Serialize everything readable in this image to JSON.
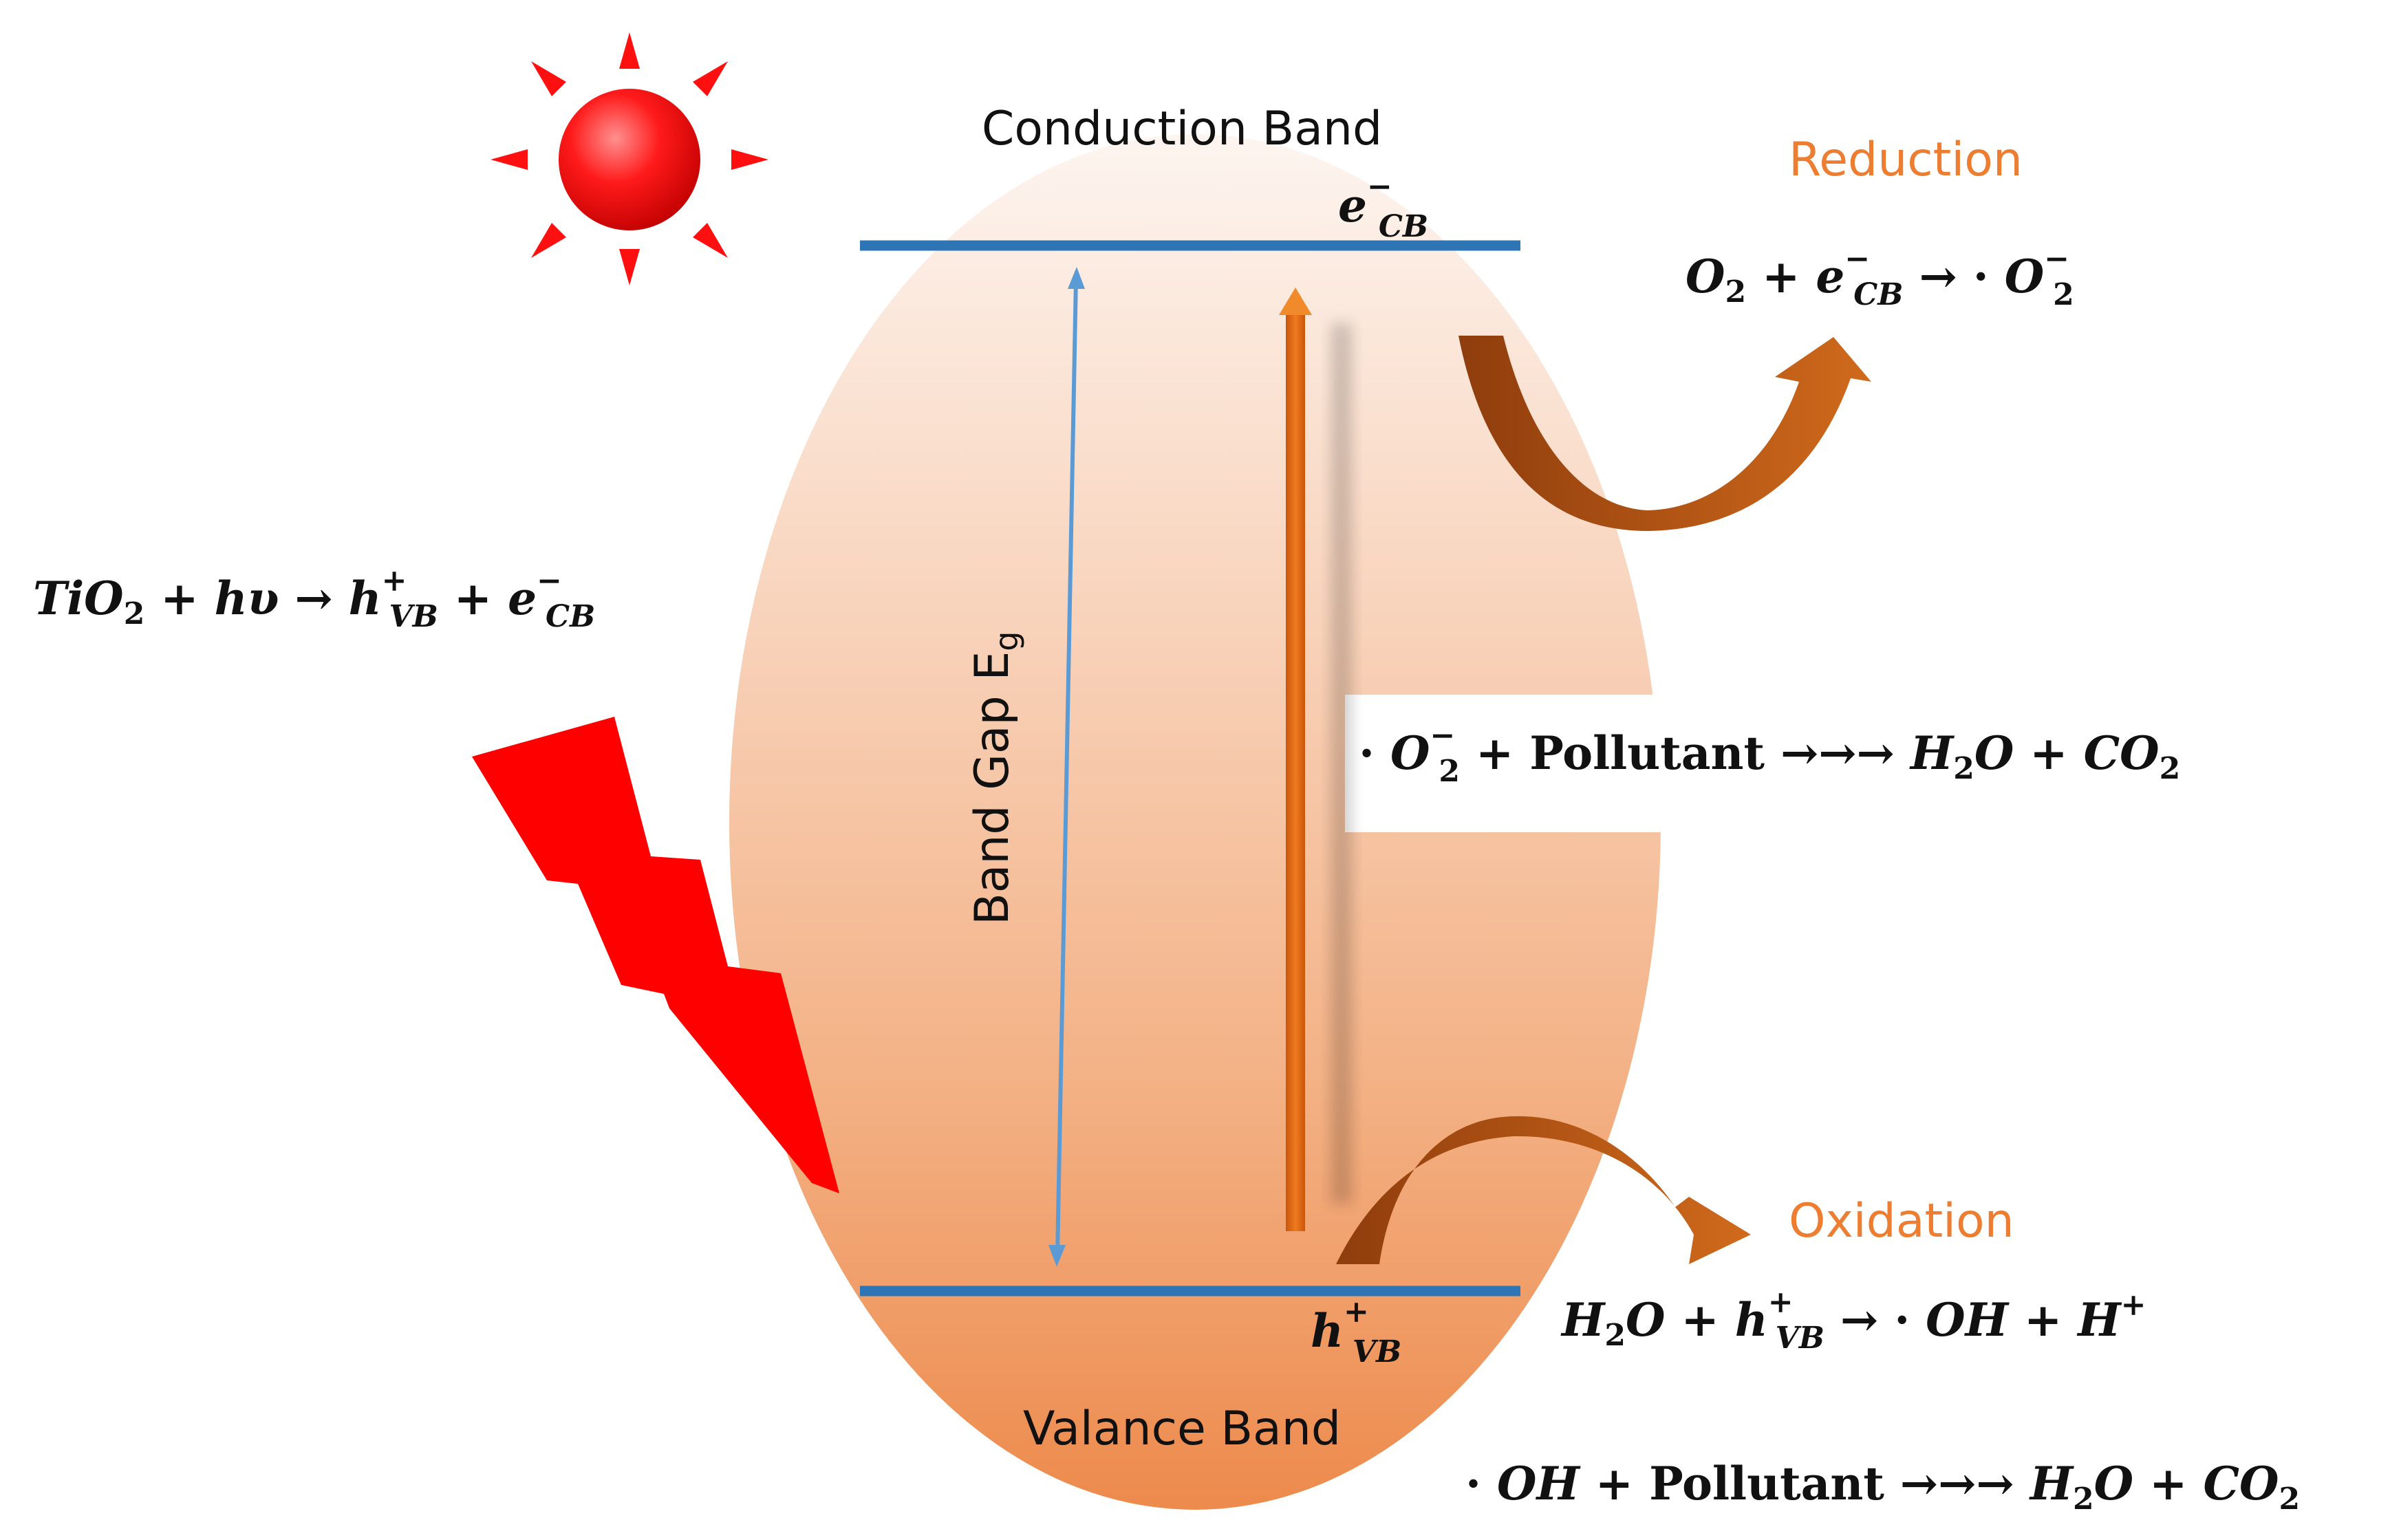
{
  "labels": {
    "conduction_band": "Conduction Band",
    "valence_band": "Valance Band",
    "band_gap": "Band Gap E",
    "band_gap_sub": "g",
    "reduction": "Reduction",
    "oxidation": "Oxidation",
    "pollutant": "Pollutant"
  },
  "symbols": {
    "e_cb": {
      "base": "e",
      "sup": "−",
      "sub": "CB"
    },
    "h_vb": {
      "base": "h",
      "sup": "+",
      "sub": "VB"
    }
  },
  "colors": {
    "ellipse_top": "#fdf1ea",
    "ellipse_bottom": "#ef8d4f",
    "band_line": "#2e75b6",
    "gap_arrow": "#5b9bd5",
    "excitation_arrow": "#e36c0a",
    "curved_arrow": "#b8540f",
    "sun": "#ff0000",
    "lightning": "#ff0000",
    "label_accent": "#ed7d31"
  },
  "icons": [
    "sun-icon",
    "lightning-icon"
  ]
}
